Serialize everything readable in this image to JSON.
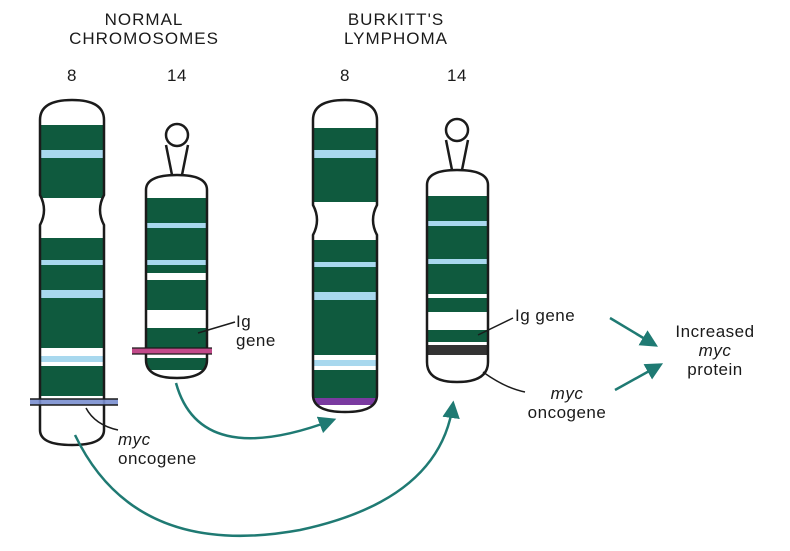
{
  "colors": {
    "band": "#0f5a3e",
    "light": "#ffffff",
    "stripe": "#a8d8ee",
    "outline": "#1b1b1b",
    "arrow": "#1f7a73",
    "marker": "#c24a8a",
    "marker_blue": "#7a8fd0",
    "dark_band": "#333333"
  },
  "headers": {
    "normal_line1": "NORMAL",
    "normal_line2": "CHROMOSOMES",
    "burkitt_line1": "BURKITT'S",
    "burkitt_line2": "LYMPHOMA"
  },
  "chromosome_numbers": {
    "normal_8": "8",
    "normal_14": "14",
    "burkitt_8": "8",
    "burkitt_14": "14"
  },
  "labels": {
    "ig_gene_normal_line1": "Ig",
    "ig_gene_normal_line2": "gene",
    "myc_normal_line1": "myc",
    "myc_normal_line2": "oncogene",
    "ig_gene_burkitt": "Ig gene",
    "myc_burkitt_line1": "myc",
    "myc_burkitt_line2": "oncogene",
    "result_line1": "Increased",
    "result_line2": "myc",
    "result_line3": "protein"
  }
}
